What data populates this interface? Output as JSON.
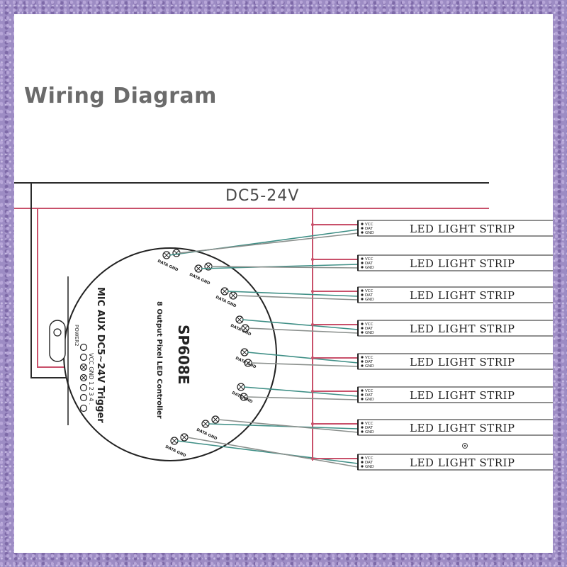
{
  "title": "Wiring Diagram",
  "power_label": "DC5-24V",
  "controller": {
    "model": "SP608E",
    "subtitle": "8 Output Pixel LED Controller",
    "trigger_label": "MIC AUX DC5~24V Trigger",
    "port_numbers": "VCC GND  1   2   3   4 .",
    "power_label": "POWER2",
    "output_label": "DATA GND"
  },
  "strip": {
    "label": "LED  LIGHT STRIP",
    "pins": [
      "VCC",
      "DAT",
      "GND"
    ],
    "count": 8
  },
  "colors": {
    "black_wire": "#2b2b2b",
    "red_wire": "#c8506a",
    "data_wire": "#3f8f86",
    "gnd_wire": "#8a8f8c",
    "background_border": "#9d8cc4"
  }
}
